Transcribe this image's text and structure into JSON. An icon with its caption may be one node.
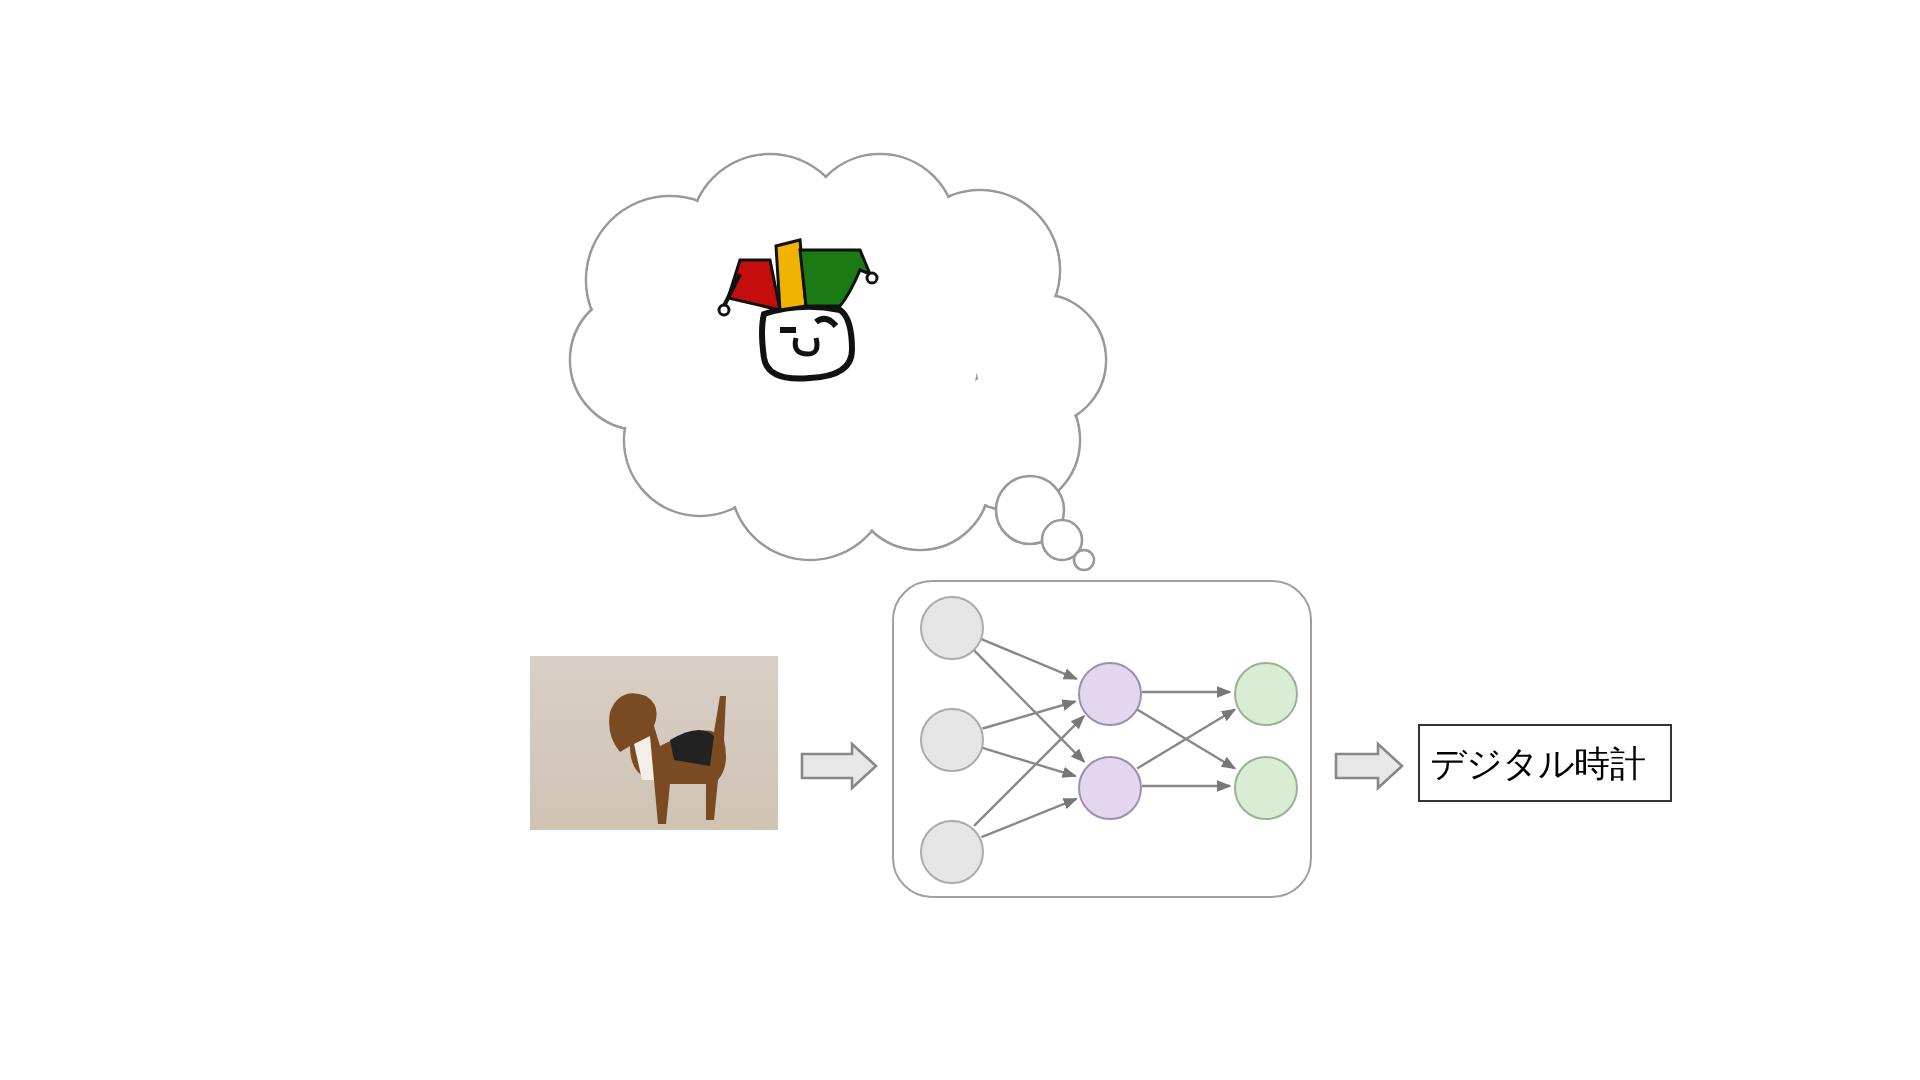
{
  "diagram": {
    "nodes": [
      {
        "text": [],
        "shape": "cloud"
      },
      {
        "text": [],
        "shape": "picture"
      },
      {
        "text": [],
        "shape": "box"
      },
      {
        "text": [],
        "shape": "circle",
        "in": 2
      },
      {
        "text": [],
        "shape": "circle",
        "in": 2
      },
      {
        "text": [],
        "shape": "circle",
        "in": 2
      },
      {
        "text": [],
        "shape": "circle",
        "in": 2
      },
      {
        "text": [],
        "shape": "circle",
        "in": 2
      },
      {
        "text": [],
        "shape": "circle",
        "in": 2
      },
      {
        "text": [],
        "shape": "circle",
        "in": 2
      },
      {
        "text": [
          "デジタル時計"
        ]
      }
    ],
    "edges": [
      {
        "from": 1,
        "to": 2,
        "arrow": "to",
        "style": "thick"
      },
      {
        "from": 3,
        "to": 6,
        "arrow": "to"
      },
      {
        "from": 3,
        "to": 7,
        "arrow": "to"
      },
      {
        "from": 4,
        "to": 6,
        "arrow": "to"
      },
      {
        "from": 4,
        "to": 7,
        "arrow": "to"
      },
      {
        "from": 5,
        "to": 6,
        "arrow": "to"
      },
      {
        "from": 5,
        "to": 7,
        "arrow": "to"
      },
      {
        "from": 6,
        "to": 8,
        "arrow": "to"
      },
      {
        "from": 6,
        "to": 9,
        "arrow": "to"
      },
      {
        "from": 7,
        "to": 8,
        "arrow": "to"
      },
      {
        "from": 7,
        "to": 9,
        "arrow": "to"
      },
      {
        "from": 2,
        "to": 10,
        "arrow": "to",
        "style": "thick"
      }
    ]
  }
}
